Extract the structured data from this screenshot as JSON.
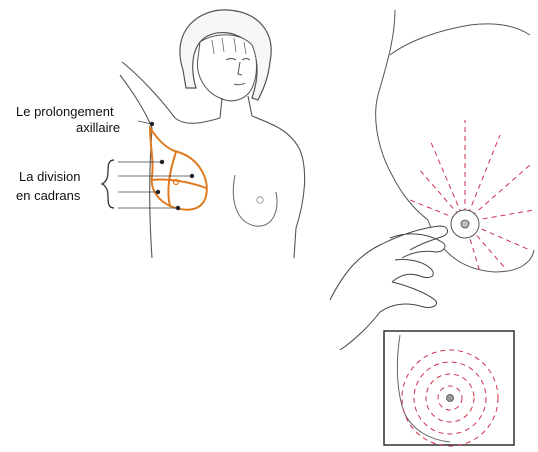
{
  "labels": {
    "axillary_line1": "Le prolongement",
    "axillary_line2": "axillaire",
    "quadrants_line1": "La division",
    "quadrants_line2": "en cadrans"
  },
  "colors": {
    "outline": "#555555",
    "breast_quadrant": "#e07a1f",
    "palpation_guide": "#d0314a",
    "skin": "#ffffff"
  }
}
